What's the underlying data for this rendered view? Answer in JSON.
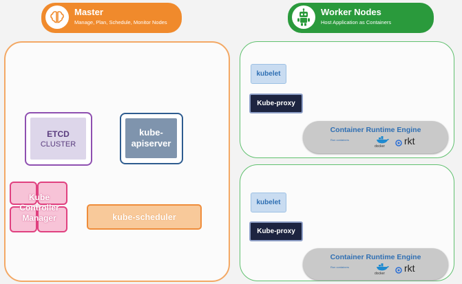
{
  "master": {
    "title": "Master",
    "subtitle": "Manage, Plan, Schedule, Monitor Nodes",
    "icon": "brain-icon",
    "color": "#f08a2c"
  },
  "workers": {
    "title": "Worker Nodes",
    "subtitle": "Host Application as Containers",
    "icon": "robot-icon",
    "color": "#2a9a3c"
  },
  "components": {
    "etcd_title": "ETCD",
    "etcd_sub": "CLUSTER",
    "apiserver": "kube-\napiserver",
    "controller_manager": "Kube\nController\nManager",
    "scheduler": "kube-scheduler"
  },
  "nodes": [
    {
      "kubelet": "kubelet",
      "kube_proxy": "Kube-proxy",
      "runtime": {
        "title": "Container Runtime Engine",
        "small": "Run containers",
        "docker": "docker",
        "rkt": "rkt"
      }
    },
    {
      "kubelet": "kubelet",
      "kube_proxy": "Kube-proxy",
      "runtime": {
        "title": "Container Runtime Engine",
        "small": "Run containers",
        "docker": "docker",
        "rkt": "rkt"
      }
    }
  ]
}
